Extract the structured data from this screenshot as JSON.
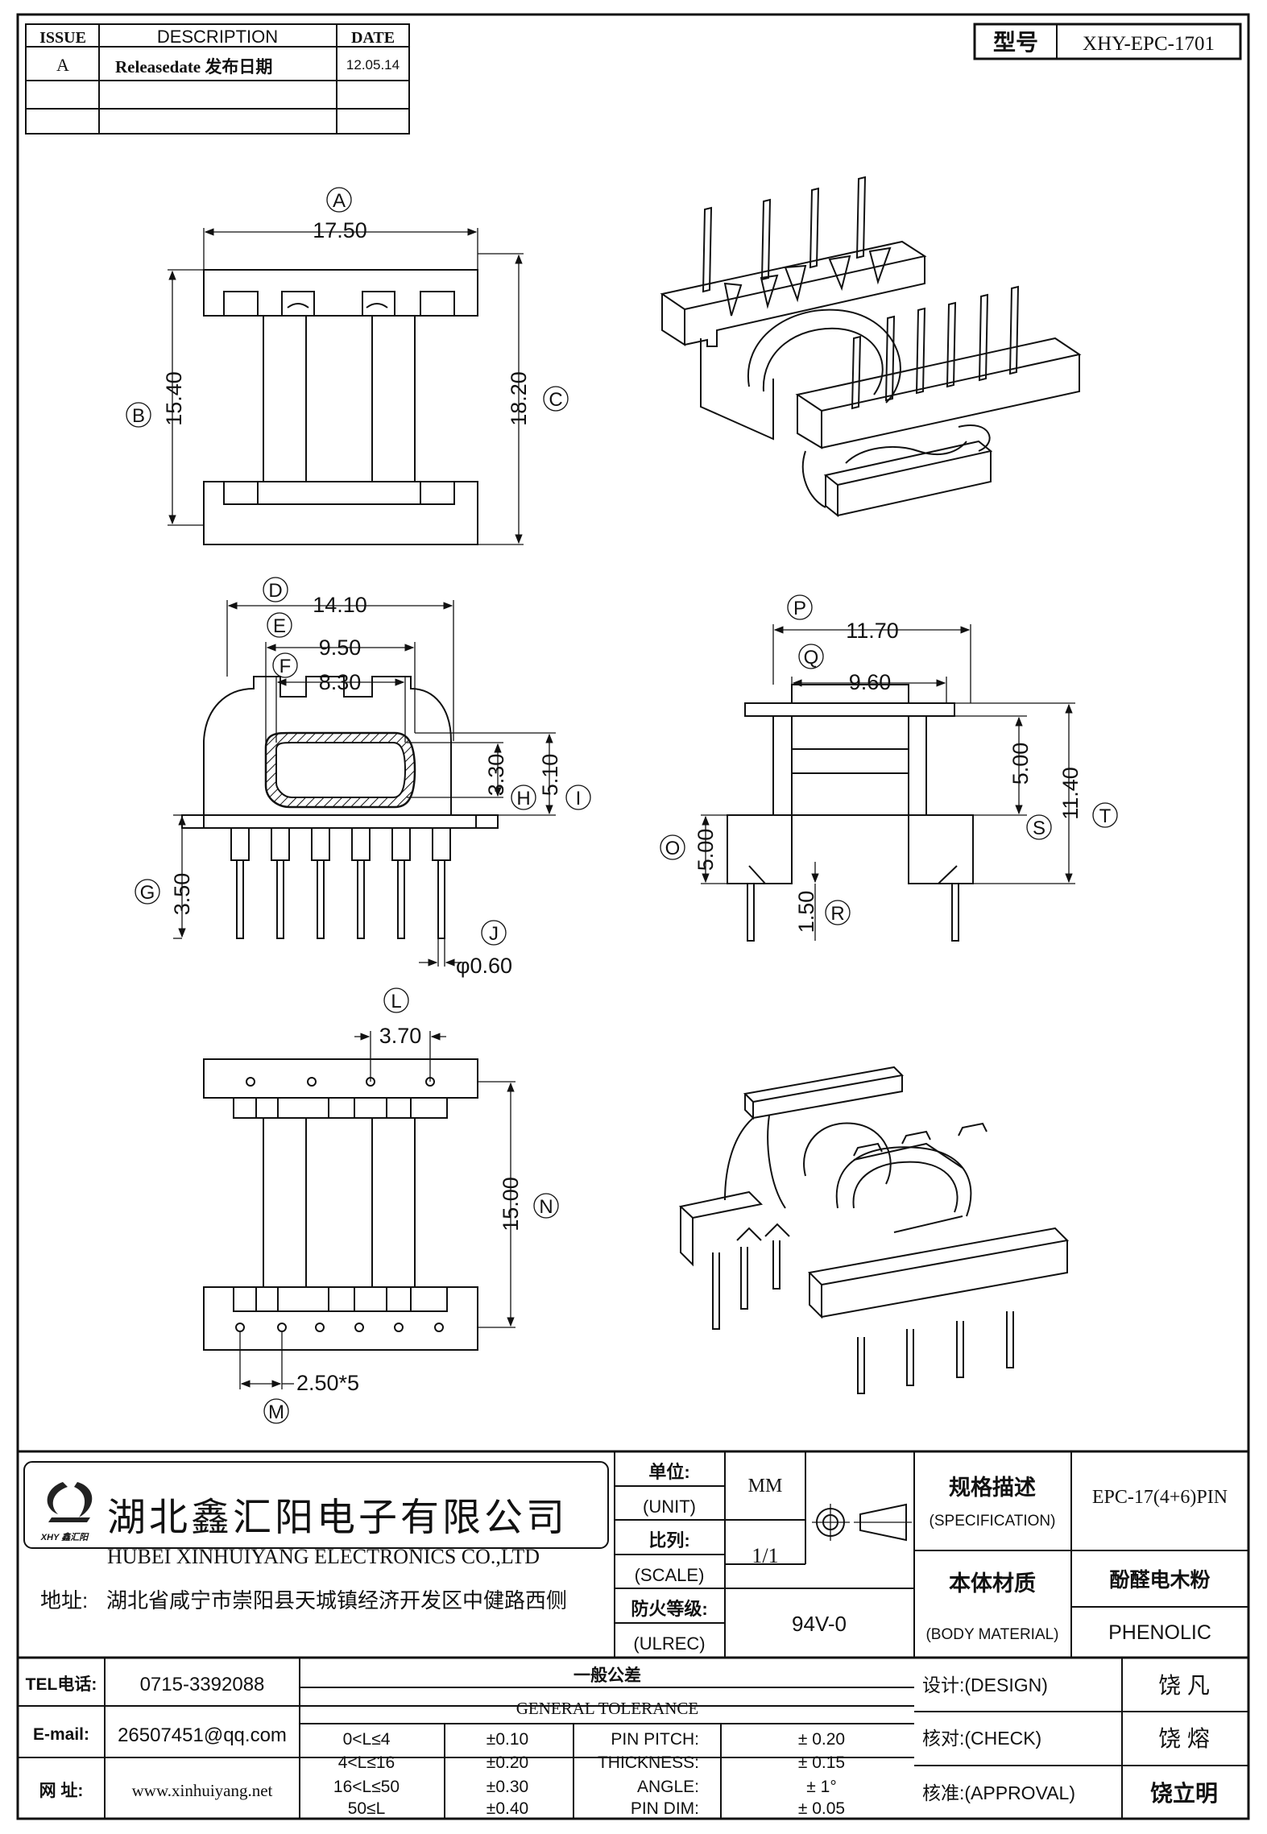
{
  "revision_table": {
    "headers": [
      "ISSUE",
      "DESCRIPTION",
      "DATE"
    ],
    "rows": [
      {
        "issue": "A",
        "description": "Releasedate 发布日期",
        "date": "12.05.14"
      }
    ]
  },
  "model": {
    "label": "型号",
    "value": "XHY-EPC-1701"
  },
  "dimensions": {
    "A": "17.50",
    "B": "15.40",
    "C": "18.20",
    "D": "14.10",
    "E": "9.50",
    "F": "8.30",
    "H": "3.30",
    "I": "5.10",
    "G": "3.50",
    "J": "φ0.60",
    "P": "11.70",
    "Q": "9.60",
    "S": "5.00",
    "T": "11.40",
    "O": "5.00",
    "R": "1.50",
    "L": "3.70",
    "N": "15.00",
    "M": "2.50*5"
  },
  "balloons": [
    "A",
    "B",
    "C",
    "D",
    "E",
    "F",
    "G",
    "H",
    "I",
    "J",
    "L",
    "M",
    "N",
    "O",
    "P",
    "Q",
    "R",
    "S",
    "T"
  ],
  "company": {
    "name_cn": "湖北鑫汇阳电子有限公司",
    "name_en": "HUBEI XINHUIYANG ELECTRONICS CO.,LTD",
    "logo_text": "XHY 鑫汇阳",
    "address_label": "地址:",
    "address": "湖北省咸宁市崇阳县天城镇经济开发区中健路西侧"
  },
  "title_block": {
    "unit_cn": "单位:",
    "unit_en": "(UNIT)",
    "unit_value": "MM",
    "scale_cn": "比列:",
    "scale_en": "(SCALE)",
    "scale_value": "1/1",
    "fire_cn": "防火等级:",
    "fire_en": "(ULREC)",
    "fire_value": "94V-0",
    "spec_cn": "规格描述",
    "spec_en": "(SPECIFICATION)",
    "spec_value": "EPC-17(4+6)PIN",
    "material_cn": "本体材质",
    "material_en": "(BODY MATERIAL)",
    "material_value_cn": "酚醛电木粉",
    "material_value_en": "PHENOLIC"
  },
  "contact": {
    "tel_label": "TEL电话:",
    "tel": "0715-3392088",
    "email_label": "E-mail:",
    "email": "26507451@qq.com",
    "web_label": "网 址:",
    "web": "www.xinhuiyang.net"
  },
  "tolerance": {
    "title_cn": "一般公差",
    "title_en": "GENERAL TOLERANCE",
    "rows": [
      {
        "range": "0<L≤4",
        "tol": "±0.10",
        "item": "PIN PITCH:",
        "item_tol": "± 0.20"
      },
      {
        "range": "4<L≤16",
        "tol": "±0.20",
        "item": "THICKNESS:",
        "item_tol": "± 0.15"
      },
      {
        "range": "16<L≤50",
        "tol": "±0.30",
        "item": "ANGLE:",
        "item_tol": "± 1°"
      },
      {
        "range": "50≤L",
        "tol": "±0.40",
        "item": "PIN DIM:",
        "item_tol": "± 0.05"
      }
    ]
  },
  "signoff": {
    "design_label": "设计:(DESIGN)",
    "design_name": "饶 凡",
    "check_label": "核对:(CHECK)",
    "check_name": "饶 熔",
    "approval_label": "核准:(APPROVAL)",
    "approval_name": "饶立明"
  }
}
